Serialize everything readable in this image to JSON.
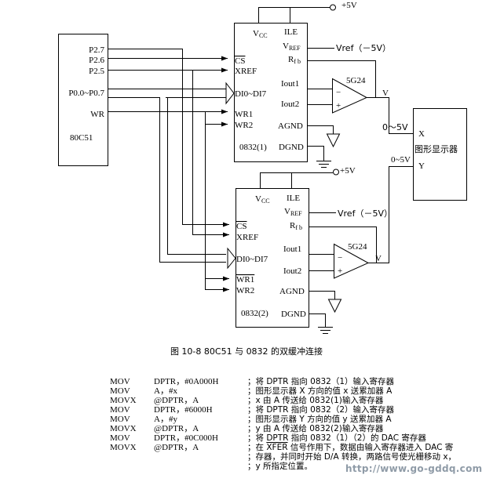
{
  "mcu": {
    "name": "80C51",
    "pins": [
      "P2.7",
      "P2.6",
      "P2.5",
      "P0.0~P0.7",
      "WR"
    ]
  },
  "dac1": {
    "label": "0832(1)",
    "vcc": "V",
    "vcc_sub": "CC",
    "ile": "ILE",
    "vref": "V",
    "vref_sub": "REF",
    "rfb": "R",
    "rfb_sub": "f b",
    "iout1": "Iout1",
    "iout2": "Iout2",
    "agnd": "AGND",
    "dgnd": "DGND",
    "cs": "CS",
    "xref": "XREF",
    "di": "DI0~DI7",
    "wr1": "WR1",
    "wr2": "WR2",
    "supply": "+5V",
    "vref_ext": "Vref（－5V）"
  },
  "dac2": {
    "label": "0832(2)",
    "vcc": "V",
    "vcc_sub": "CC",
    "ile": "ILE",
    "vref": "V",
    "vref_sub": "REF",
    "rfb": "R",
    "rfb_sub": "f b",
    "iout1": "Iout1",
    "iout2": "Iout2",
    "agnd": "AGND",
    "dgnd": "DGND",
    "cs": "CS",
    "xref": "XREF",
    "di": "DI0~DI7",
    "wr1": "WR1",
    "wr2": "WR2",
    "supply": "+5V",
    "vref_ext": "Vref（－5V）"
  },
  "opamp1": {
    "label": "5G24",
    "minus": "−",
    "plus": "+",
    "out": "V"
  },
  "opamp2": {
    "label": "5G24",
    "minus": "−",
    "plus": "+",
    "out": "V"
  },
  "display": {
    "label": "图形显示器",
    "x": "X",
    "y": "Y",
    "x_range": "0～5V",
    "y_range": "0~5V"
  },
  "caption": "图 10-8    80C51 与 0832 的双缓冲连接",
  "code": [
    {
      "op": "MOV",
      "arg": "DPTR，#0A000H",
      "comment": "；将 DPTR 指向 0832（1）输入寄存器"
    },
    {
      "op": "MOV",
      "arg": "A，#x",
      "comment": "；图形显示器 X 方向的值 x 送累加器 A"
    },
    {
      "op": "MOVX",
      "arg": "@DPTR，A",
      "comment": "；x 由 A 传送给 0832(1)输入寄存器"
    },
    {
      "op": "MOV",
      "arg": "DPTR，#6000H",
      "comment": "；将 DPTR 指向 0832（2）输入寄存器"
    },
    {
      "op": "MOV",
      "arg": "A，#y",
      "comment": "；图形显示器 Y 方向的值 y 送累加器 A"
    },
    {
      "op": "MOVX",
      "arg": "@DPTR，A",
      "comment": "；y 由 A 传送给 0832(2)输入寄存器"
    },
    {
      "op": "MOV",
      "arg": "DPTR，#0C000H",
      "comment": "；将 DPTR 指向 0832（1）（2）的 DAC 寄存器"
    },
    {
      "op": "MOVX",
      "arg": "@DPTR，A",
      "comment_pre": "；在 ",
      "comment_ov": "XFER",
      "comment": " 信号作用下，数据由输入寄存器进入 DAC 寄"
    },
    {
      "op": "",
      "arg": "",
      "comment": "；存器，并同时开始 D/A 转换，两路信号使光栅移动 x，"
    },
    {
      "op": "",
      "arg": "",
      "comment": "；y 所指定位置。"
    }
  ],
  "watermark": "http://www.go-gddq.com"
}
